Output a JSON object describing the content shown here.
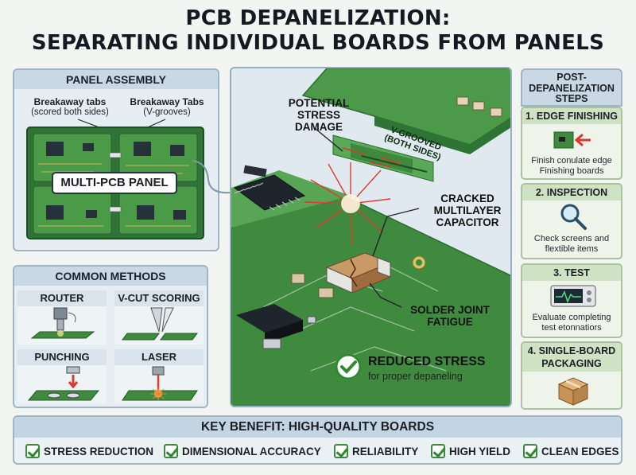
{
  "title": {
    "line1": "PCB DEPANELIZATION:",
    "line2": "SEPARATING INDIVIDUAL BOARDS FROM PANELS"
  },
  "panel_assembly": {
    "heading": "PANEL ASSEMBLY",
    "tab_left_title": "Breakaway tabs",
    "tab_left_sub": "(scored both sides)",
    "tab_right_title": "Breakaway Tabs",
    "tab_right_sub": "(V-grooves)",
    "panel_label": "MULTI-PCB PANEL"
  },
  "common_methods": {
    "heading": "COMMON METHODS",
    "methods": [
      {
        "label": "ROUTER",
        "icon": "router-icon"
      },
      {
        "label": "V-CUT SCORING",
        "icon": "v-cut-icon"
      },
      {
        "label": "PUNCHING",
        "icon": "punch-icon"
      },
      {
        "label": "LASER",
        "icon": "laser-icon"
      }
    ]
  },
  "center": {
    "stress_damage": [
      "POTENTIAL",
      "STRESS DAMAGE"
    ],
    "v_grooved": [
      "V-GROOVED",
      "(BOTH SIDES)"
    ],
    "cracked": [
      "CRACKED",
      "MULTILAYER",
      "CAPACITOR"
    ],
    "solder": [
      "SOLDER JOINT",
      "FATIGUE"
    ],
    "reduced_title": "REDUCED STRESS",
    "reduced_sub": "for proper depaneling"
  },
  "steps": {
    "heading": "POST-DEPANELIZATION STEPS",
    "heading_lines": [
      "POST-",
      "DEPANELIZATION",
      "STEPS"
    ],
    "items": [
      {
        "title": "1. EDGE FINISHING",
        "text1": "Finish conulate edge",
        "text2": "Finishing boards",
        "icon": "edge-finish-icon"
      },
      {
        "title": "2. INSPECTION",
        "text1": "Check screens and",
        "text2": "flextible items",
        "icon": "magnifier-icon"
      },
      {
        "title": "3. TEST",
        "text1": "Evaluate completing",
        "text2": "test etonnatiors",
        "icon": "test-meter-icon"
      },
      {
        "title1": "4. SINGLE-BOARD",
        "title2": "PACKAGING",
        "icon": "box-icon"
      }
    ]
  },
  "benefits": {
    "heading": "KEY BENEFIT: HIGH-QUALITY BOARDS",
    "items": [
      "STRESS REDUCTION",
      "DIMENSIONAL ACCURACY",
      "RELIABILITY",
      "HIGH YIELD",
      "CLEAN EDGES"
    ]
  },
  "colors": {
    "pcb_green": "#3f8a3f",
    "pcb_dark": "#2d6b31",
    "accent_red": "#d93a2b",
    "panel_border": "#9fb4c4",
    "check_green": "#2f8a2f"
  }
}
